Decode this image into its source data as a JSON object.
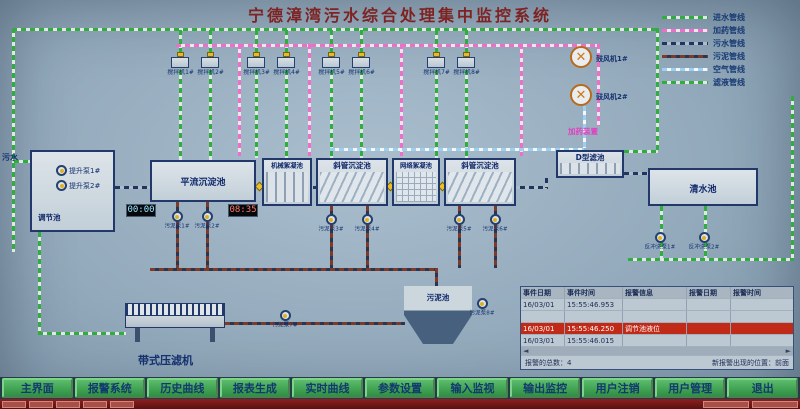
{
  "title": "宁德漳湾污水综合处理集中监控系统",
  "legend": {
    "items": [
      {
        "label": "进水管线",
        "color": "#2fae3e"
      },
      {
        "label": "加药管线",
        "color": "#ee6ec8"
      },
      {
        "label": "污水管线",
        "color": "#21355f"
      },
      {
        "label": "污泥管线",
        "color": "#7e3a28"
      },
      {
        "label": "空气管线",
        "color": "#9cd0f0"
      },
      {
        "label": "滤液管线",
        "color": "#2fae3e"
      }
    ]
  },
  "inlet_label": "污水",
  "tanks": {
    "regulation": "调节池",
    "horizontal_sed": "平流沉淀池",
    "mech_floc": "机械絮凝池",
    "inclined_sed_1": "斜管沉淀池",
    "grid_floc": "网络絮凝池",
    "inclined_sed_2": "斜管沉淀池",
    "d_filter": "D型滤池",
    "clear_water": "清水池",
    "sludge_tank": "污泥池",
    "belt_press": "带式压滤机"
  },
  "mixers": [
    "搅拌机1#",
    "搅拌机2#",
    "搅拌机3#",
    "搅拌机4#",
    "搅拌机5#",
    "搅拌机6#",
    "搅拌机7#",
    "搅拌机8#"
  ],
  "pumps": {
    "lift_1": "提升泵1#",
    "lift_2": "提升泵2#",
    "sludge_1": "污泥泵1#",
    "sludge_2": "污泥泵2#",
    "sludge_3": "污泥泵3#",
    "sludge_4": "污泥泵4#",
    "sludge_5": "污泥泵5#",
    "sludge_6": "污泥泵6#",
    "sludge_7": "污泥泵7#",
    "sludge_8": "污泥泵8#",
    "backwash_1": "反冲洗泵1#",
    "backwash_2": "反冲洗泵2#"
  },
  "blowers": {
    "blower_1": "鼓风机1#",
    "blower_2": "鼓风机2#",
    "dosing": "加药装置"
  },
  "timers": {
    "timer_1": "00:00",
    "timer_2": "08:35"
  },
  "alarm_table": {
    "headers": [
      "事件日期",
      "事件时间",
      "报警信息",
      "报警日期",
      "报警时间"
    ],
    "rows": [
      {
        "date": "16/03/01",
        "time": "15:55:46.953",
        "info": ""
      },
      {
        "date": "",
        "time": "",
        "info": ""
      },
      {
        "date": "16/03/01",
        "time": "15:55:46.250",
        "info": "调节池液位"
      },
      {
        "date": "16/03/01",
        "time": "15:55:46.015",
        "info": ""
      }
    ],
    "nav_left": "◄",
    "nav_right": "►",
    "summary_total": "报警的总数：4",
    "summary_position": "新报警出现的位置：前面"
  },
  "menu": [
    "主界面",
    "报警系统",
    "历史曲线",
    "报表生成",
    "实时曲线",
    "参数设置",
    "输入监视",
    "输出监控",
    "用户注销",
    "用户管理",
    "退出"
  ]
}
